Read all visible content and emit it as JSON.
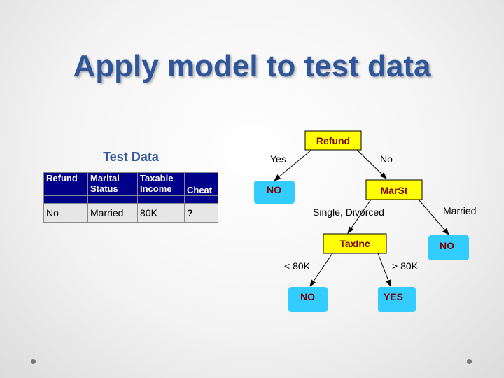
{
  "title": "Apply model to test data",
  "test_data": {
    "caption": "Test Data",
    "columns": [
      {
        "line1": "Refund",
        "line2": ""
      },
      {
        "line1": "Marital",
        "line2": "Status"
      },
      {
        "line1": "Taxable",
        "line2": "Income"
      },
      {
        "line1": "Cheat",
        "line2": ""
      }
    ],
    "row": [
      "No",
      "Married",
      "80K",
      "?"
    ]
  },
  "tree": {
    "colors": {
      "attribute_fill": "#ffff00",
      "leaf_fill": "#33ccff",
      "node_text": "#7a0000",
      "edge": "#000000"
    },
    "nodes": {
      "refund": "Refund",
      "leaf_no_1": "NO",
      "marst": "MarSt",
      "leaf_no_2": "NO",
      "taxinc": "TaxInc",
      "leaf_no_3": "NO",
      "leaf_yes": "YES"
    },
    "edge_labels": {
      "yes": "Yes",
      "no": "No",
      "single_divorced": "Single, Divorced",
      "married": "Married",
      "lt_80k": "< 80K",
      "gt_80k": "> 80K"
    }
  }
}
